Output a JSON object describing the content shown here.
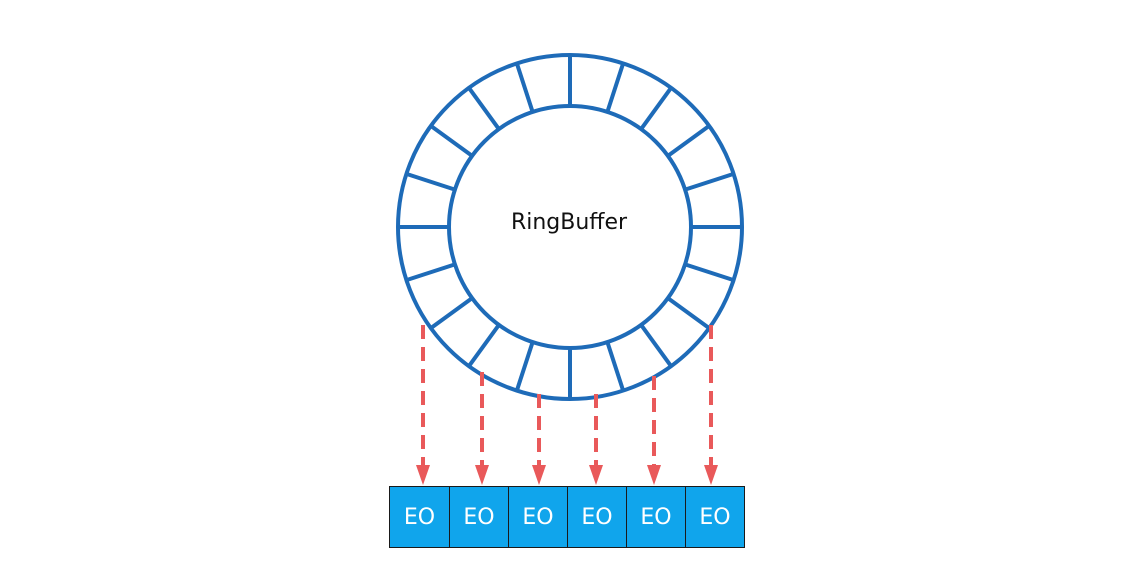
{
  "ring": {
    "label": "RingBuffer",
    "slot_count": 20,
    "color": "#1e6bb8"
  },
  "arrows": {
    "color": "#e9595a",
    "count": 6
  },
  "consumers": {
    "fill": "#10a5ec",
    "items": [
      {
        "label": "EO"
      },
      {
        "label": "EO"
      },
      {
        "label": "EO"
      },
      {
        "label": "EO"
      },
      {
        "label": "EO"
      },
      {
        "label": "EO"
      }
    ]
  }
}
